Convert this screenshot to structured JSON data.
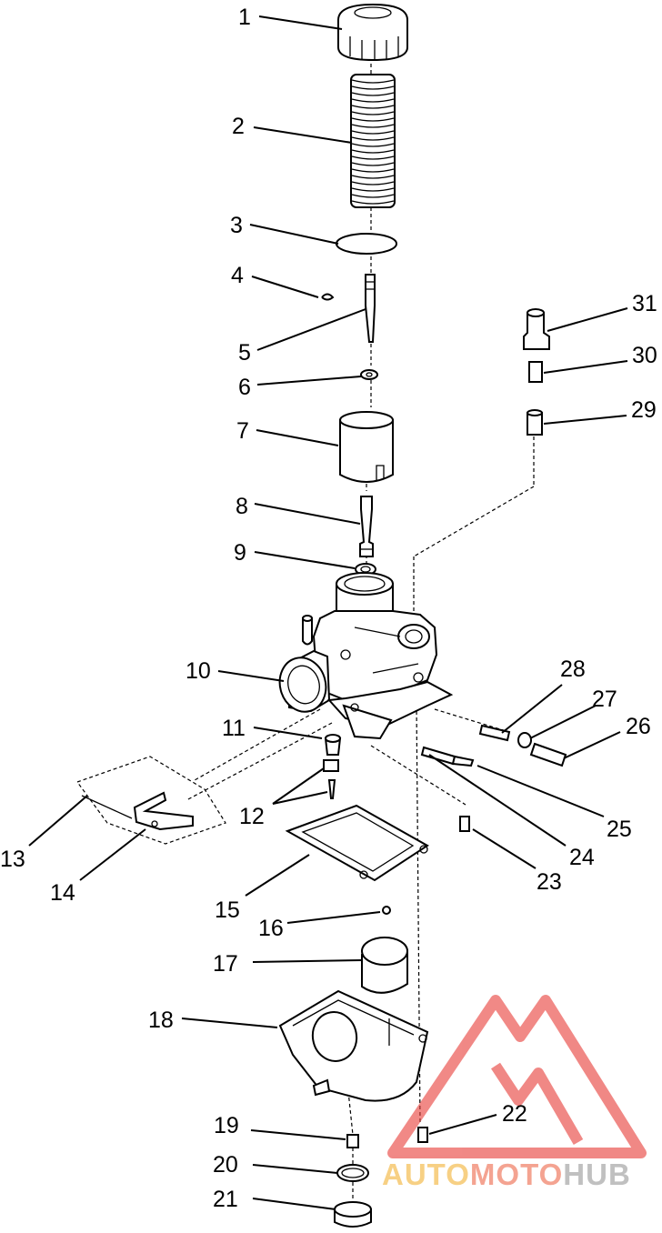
{
  "callouts": [
    {
      "num": "1"
    },
    {
      "num": "2"
    },
    {
      "num": "3"
    },
    {
      "num": "4"
    },
    {
      "num": "5"
    },
    {
      "num": "6"
    },
    {
      "num": "7"
    },
    {
      "num": "8"
    },
    {
      "num": "9"
    },
    {
      "num": "10"
    },
    {
      "num": "11"
    },
    {
      "num": "12"
    },
    {
      "num": "13"
    },
    {
      "num": "14"
    },
    {
      "num": "15"
    },
    {
      "num": "16"
    },
    {
      "num": "17"
    },
    {
      "num": "18"
    },
    {
      "num": "19"
    },
    {
      "num": "20"
    },
    {
      "num": "21"
    },
    {
      "num": "22"
    },
    {
      "num": "23"
    },
    {
      "num": "24"
    },
    {
      "num": "25"
    },
    {
      "num": "26"
    },
    {
      "num": "27"
    },
    {
      "num": "28"
    },
    {
      "num": "29"
    },
    {
      "num": "30"
    },
    {
      "num": "31"
    }
  ],
  "watermark": {
    "part1": "AUTO",
    "part2": "MOTO",
    "part3": "HUB",
    "colors": {
      "logo": "#e8413c",
      "auto": "#f3b43a",
      "moto": "#ee6b4e",
      "hub": "#9b9b9b"
    }
  }
}
